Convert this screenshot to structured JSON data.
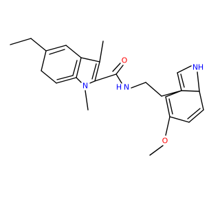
{
  "molecule": {
    "atom_labels": {
      "O_carbonyl": "O",
      "N_amide": "N",
      "H_amide": "H",
      "N_indole1": "N",
      "N_indole2": "N",
      "H_indole2": "H",
      "O_methoxy": "O"
    },
    "colors": {
      "bond": "#000000",
      "oxygen": "#ff0000",
      "nitrogen": "#0000ff",
      "background": "#ffffff"
    }
  }
}
